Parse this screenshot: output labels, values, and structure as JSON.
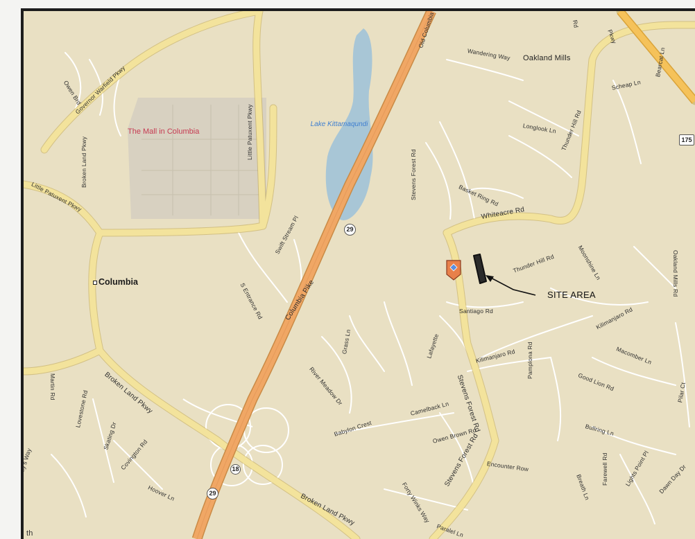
{
  "colors": {
    "land": "#e9e0c3",
    "mall_area": "#d8d1c1",
    "highway": "#f0a765",
    "major_road": "#f3e39c",
    "minor_road": "#ffffff",
    "water": "#a8c6d6",
    "accent_pink": "#c63a52",
    "marker": "#e8804a"
  },
  "places": {
    "mall": "The Mall in Columbia",
    "columbia": "Columbia",
    "lake": "Lake Kittamaqundi",
    "oakland_mills": "Oakland Mills"
  },
  "site_label": "SITE AREA",
  "shields": [
    "29",
    "29",
    "175",
    "18"
  ],
  "roads": [
    "Governor Warfield Pkwy",
    "Owen Brd",
    "Broken Land Pkwy",
    "Little Patuxent Pkwy",
    "Little Patuxent Pkwy",
    "Columbia Pike",
    "Old Columbia",
    "Wandering Way",
    "Scheap Ln",
    "Longlook Ln",
    "Thunder Hill Rd",
    "Basket Ring Rd",
    "Stevens Forest Rd",
    "Whiteacre Rd",
    "Moonshine Ln",
    "Thunder Hill Rd",
    "Swift Stream Pl",
    "S Entrance Rd",
    "Santiago Rd",
    "Kilimanjaro Rd",
    "Macomber Ln",
    "Kilimanjaro Rd",
    "Pamplona Rd",
    "Good Lion Rd",
    "Stevens Forest Rd",
    "Lafayette",
    "River Meadow Dr",
    "Grass Ln",
    "Martin Rd",
    "Broken Land Pkwy",
    "Camelback Ln",
    "Babylon Crest",
    "Owen Brown Rd",
    "Stevens Forest Rd",
    "Encounter Row",
    "Forty Winks Way",
    "Bullring Ln",
    "Breath Ln",
    "Farewell Rd",
    "Lights Point Pl",
    "Dawn Day Dr",
    "Lovestone Rd",
    "Skating Dr",
    "Covington Rd",
    "Hoover Ln",
    "Dolly's Way",
    "Broken Land Pkwy",
    "Paralel Ln",
    "Rd",
    "Pkwy",
    "Bearcat Ln",
    "Pilar Ct",
    "Oakland Mills Rd",
    "th"
  ]
}
